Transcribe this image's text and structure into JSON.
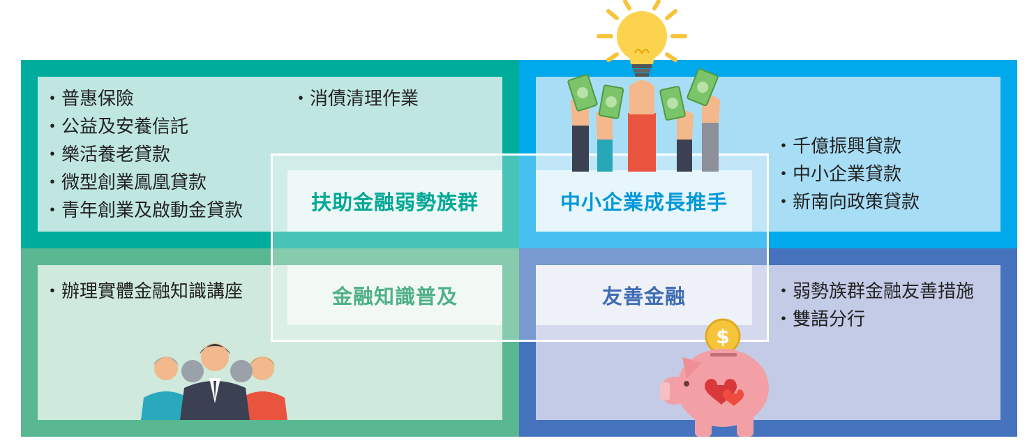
{
  "colors": {
    "teal": "#00ad9c",
    "teal_light": "#bfe6e1",
    "blue": "#00a8ec",
    "blue_light": "#a8ddf6",
    "green": "#59b891",
    "green_light": "#cfe9dc",
    "navy": "#4573be",
    "navy_light": "#c4cbe7"
  },
  "quadrants": {
    "top_left": {
      "label": "扶助金融弱勢族群",
      "items_col1": [
        "普惠保險",
        "公益及安養信託",
        "樂活養老貸款",
        "微型創業鳳凰貸款",
        "青年創業及啟動金貸款"
      ],
      "items_col2": [
        "消債清理作業"
      ],
      "icon": "hands-holding-money-icon"
    },
    "top_right": {
      "label": "中小企業成長推手",
      "items": [
        "千億振興貸款",
        "中小企業貸款",
        "新南向政策貸款"
      ],
      "icon": "lightbulb-icon"
    },
    "bottom_left": {
      "label": "金融知識普及",
      "items": [
        "辦理實體金融知識講座"
      ],
      "icon": "people-group-icon"
    },
    "bottom_right": {
      "label": "友善金融",
      "items": [
        "弱勢族群金融友善措施",
        "雙語分行"
      ],
      "icon": "piggy-bank-icon"
    }
  }
}
